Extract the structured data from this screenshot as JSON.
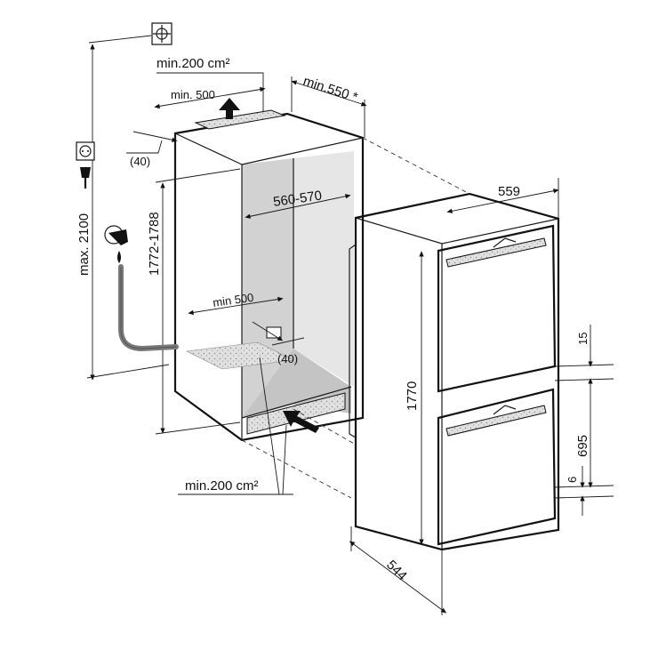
{
  "labels": {
    "max_height": "max. 2100",
    "niche_height": "1772-1788",
    "top_vent_area": "min.200 cm²",
    "top_vent_depth": "min. 500",
    "niche_depth_top": "min.550 *",
    "side_gap_top": "(40)",
    "niche_width": "560-570",
    "bottom_vent_depth": "min 500",
    "side_gap_bottom": "(40)",
    "bottom_vent_area": "min.200 cm²",
    "appliance_width": "559",
    "appliance_height": "1770",
    "door_gap": "15",
    "lower_door_height": "695",
    "bottom_gap": "6",
    "appliance_depth": "544"
  },
  "colors": {
    "line": "#1a1a1a",
    "shade_inner": "#d9d9d9",
    "shade_dark": "#bcbcbc",
    "hose": "#7a7a7a",
    "background": "#ffffff"
  },
  "icons": {
    "socket": "power-socket-icon",
    "plug": "power-plug-icon",
    "water": "water-tap-icon",
    "ground": "earth-symbol-icon"
  }
}
